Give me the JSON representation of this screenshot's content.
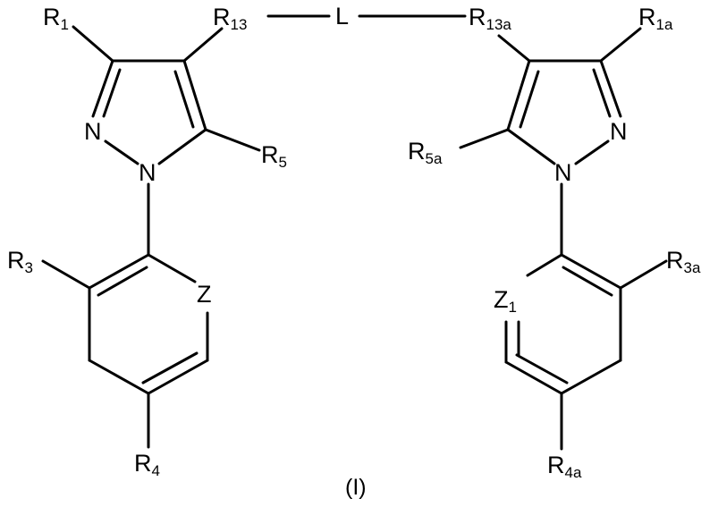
{
  "figure_number": "(I)",
  "labels": {
    "r1": "R",
    "r1_sub": "1",
    "r13": "R",
    "r13_sub": "13",
    "linker": "L",
    "r13a": "R",
    "r13a_sub": "13a",
    "r1a": "R",
    "r1a_sub": "1a",
    "n_left_upper": "N",
    "n_left_lower": "N",
    "r5": "R",
    "r5_sub": "5",
    "r5a": "R",
    "r5a_sub": "5a",
    "n_right_lower": "N",
    "n_right_upper": "N",
    "r3": "R",
    "r3_sub": "3",
    "z": "Z",
    "z1": "Z",
    "z1_sub": "1",
    "r3a": "R",
    "r3a_sub": "3a",
    "r4": "R",
    "r4_sub": "4",
    "r4a": "R",
    "r4a_sub": "4a"
  },
  "colors": {
    "ink": "#000000",
    "background": "#ffffff"
  }
}
